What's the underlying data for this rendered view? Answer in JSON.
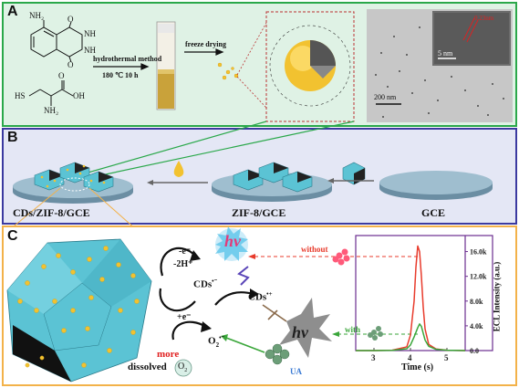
{
  "panels": {
    "a": {
      "label": "A"
    },
    "b": {
      "label": "B"
    },
    "c": {
      "label": "C"
    }
  },
  "panel_a": {
    "mol1_nh2": "NH₂",
    "mol1_o_top": "O",
    "mol1_o_bot": "O",
    "mol1_nh_top": "NH",
    "mol1_nh_bot": "NH",
    "mol2_hs": "HS",
    "mol2_oh": "OH",
    "mol2_o": "O",
    "mol2_nh2": "NH₂",
    "method": "hydrothermal method",
    "conditions": "180 ℃  10 h",
    "freeze": "freeze drying",
    "tem_scale": "200 nm",
    "hrtem_scale": "5 nm",
    "lattice": "0.23nm"
  },
  "panel_b": {
    "electrode1": "CDs/ZIF-8/GCE",
    "electrode2": "ZIF-8/GCE",
    "electrode3": "GCE"
  },
  "panel_c": {
    "reaction_e": "-e⁻",
    "reaction_h": "-2H⁺",
    "cds_rad": "CDs",
    "cds_rad_sup": "•⁻",
    "cds_cat": "CDs",
    "cds_cat_sup": "•+",
    "hv_top": "hv",
    "hv_bot": "hv",
    "plus_e": "+e⁻",
    "o2_rad": "O",
    "o2_rad_sub": "2",
    "o2_rad_sup": "•⁻",
    "more": "more",
    "dissolved": "dissolved",
    "o2_bubble": "O",
    "o2_bubble_sub": "2",
    "ua": "UA",
    "without": "without",
    "with": "with"
  },
  "colors": {
    "panel_a_border": "#2aa84a",
    "panel_b_border": "#3b3aa0",
    "panel_c_border": "#f3b24a",
    "zif_cyan": "#5bc3d4",
    "gold": "#f2c230",
    "without_curve": "#e83b2c",
    "with_curve": "#3aa63a",
    "axis_purple": "#6b2d8f"
  },
  "chart_data": {
    "type": "line",
    "xlabel": "Time (s)",
    "ylabel": "ECL Intensity (a.u.)",
    "xlim": [
      2.5,
      5.5
    ],
    "ylim": [
      0,
      18000
    ],
    "xticks": [
      "3",
      "4",
      "5"
    ],
    "xtick_values": [
      3,
      4,
      5
    ],
    "yticks": [
      "0.0",
      "4.0k",
      "8.0k",
      "12.0k",
      "16.0k"
    ],
    "ytick_values": [
      0,
      4000,
      8000,
      12000,
      16000
    ],
    "series": [
      {
        "name": "without",
        "color": "#e83b2c",
        "x": [
          2.5,
          3.0,
          3.5,
          3.9,
          4.0,
          4.1,
          4.15,
          4.2,
          4.25,
          4.3,
          4.35,
          4.4,
          4.5,
          4.7,
          5.0,
          5.5
        ],
        "y": [
          0,
          0,
          50,
          600,
          2500,
          8000,
          13500,
          16900,
          16000,
          12000,
          7000,
          3500,
          1000,
          250,
          60,
          0
        ]
      },
      {
        "name": "with",
        "color": "#3aa63a",
        "x": [
          2.5,
          3.0,
          3.5,
          3.9,
          4.0,
          4.1,
          4.2,
          4.25,
          4.3,
          4.35,
          4.4,
          4.5,
          4.7,
          5.0,
          5.5
        ],
        "y": [
          0,
          0,
          30,
          300,
          900,
          2200,
          3700,
          4300,
          3900,
          2800,
          1700,
          700,
          200,
          50,
          0
        ]
      }
    ]
  }
}
